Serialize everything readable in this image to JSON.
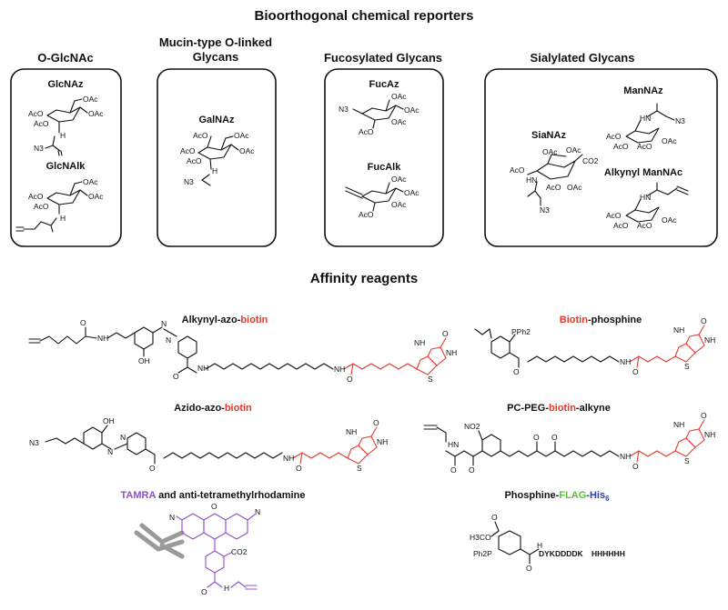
{
  "title": "Bioorthogonal chemical reporters",
  "categories": [
    {
      "id": "o-glcnac",
      "title": "O-GlcNAc",
      "compounds": [
        "GlcNAz",
        "GlcNAlk"
      ]
    },
    {
      "id": "mucin",
      "title_line1": "Mucin-type O-linked",
      "title_line2": "Glycans",
      "compounds": [
        "GalNAz"
      ]
    },
    {
      "id": "fucose",
      "title": "Fucosylated Glycans",
      "compounds": [
        "FucAz",
        "FucAlk"
      ]
    },
    {
      "id": "sialyl",
      "title": "Sialylated Glycans",
      "compounds": [
        "SiaNAz",
        "ManNAz",
        "Alkynyl ManNAc"
      ]
    }
  ],
  "affinity_title": "Affinity reagents",
  "reagents": {
    "alkynyl_azo_biotin": {
      "prefix": "Alkynyl-azo-",
      "highlight": "biotin",
      "suffix": ""
    },
    "biotin_phosphine": {
      "prefix": "",
      "highlight": "Biotin",
      "suffix": "-phosphine"
    },
    "azido_azo_biotin": {
      "prefix": "Azido-azo-",
      "highlight": "biotin",
      "suffix": ""
    },
    "pc_peg_biotin_alkyne": {
      "prefix": "PC-PEG-",
      "highlight": "biotin",
      "suffix": "-alkyne"
    },
    "tamra": {
      "highlight": "TAMRA",
      "suffix": " and anti-tetramethylrhodamine"
    },
    "phosphine_flag_his": {
      "prefix": "Phosphine-",
      "flag": "FLAG",
      "dash": "-",
      "his": "His",
      "sub": "6"
    }
  },
  "atom_labels": {
    "oac": "OAc",
    "aco": "AcO",
    "n3": "N3",
    "nh": "NH",
    "h": "H",
    "o": "O",
    "oh": "OH",
    "hn": "HN",
    "s": "S",
    "pph2": "PPh2",
    "no2": "NO2",
    "co2": "CO2",
    "n": "N",
    "h3co": "H3CO",
    "ph2p": "Ph2P",
    "peptide_flag": "DYKDDDDK",
    "peptide_his": "HHHHHH"
  },
  "colors": {
    "biotin": "#e33a2b",
    "tamra": "#8e4fd1",
    "flag": "#5bbf3a",
    "his": "#2b3fb0",
    "ink": "#111111"
  }
}
